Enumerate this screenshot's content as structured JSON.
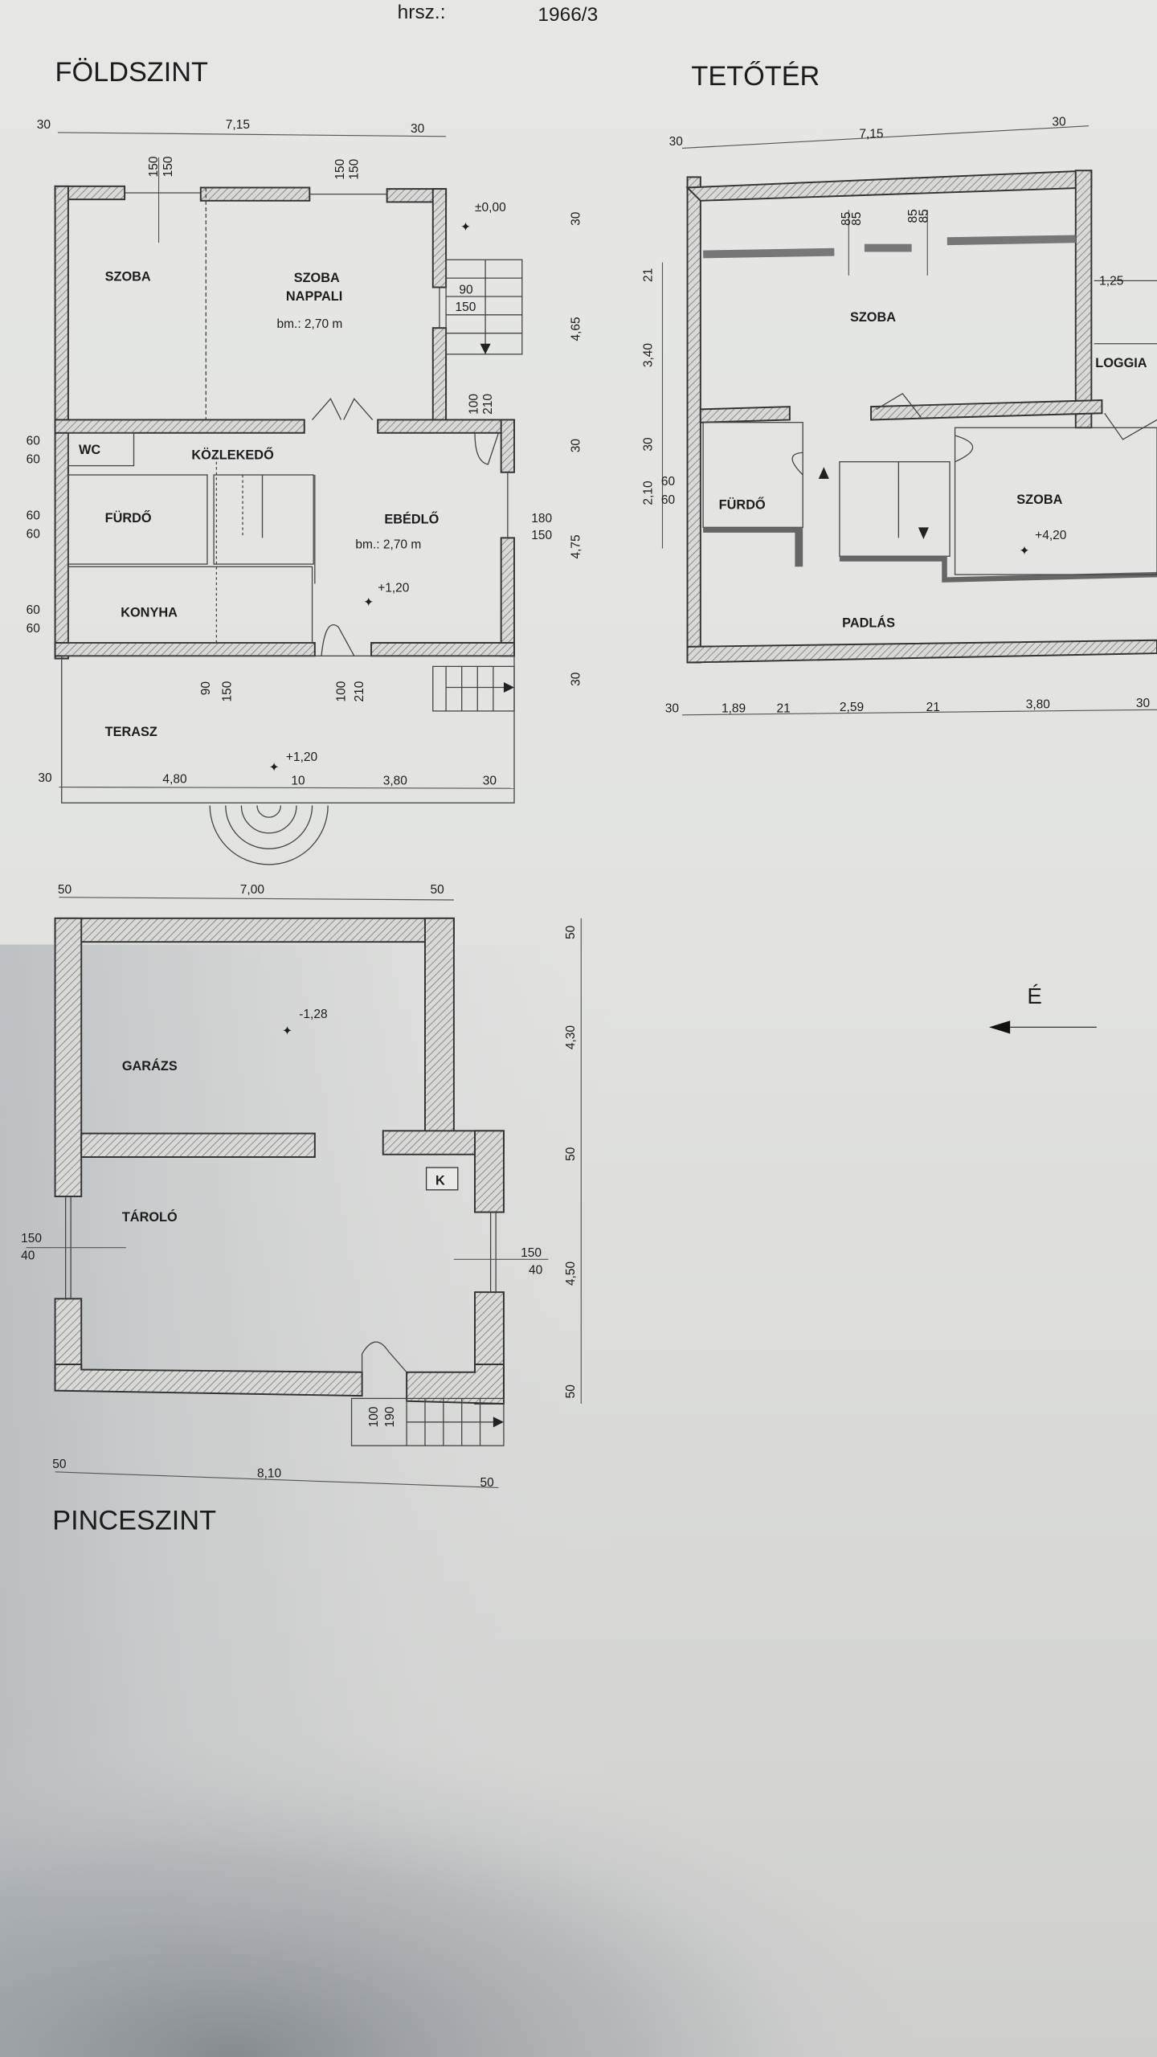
{
  "header": {
    "hrsz_label": "hrsz.:",
    "hrsz_value": "1966/3"
  },
  "foldszint": {
    "title": "FÖLDSZINT",
    "rooms": [
      "SZOBA",
      "SZOBA",
      "NAPPALI",
      "bm.: 2,70 m",
      "WC",
      "KÖZLEKEDŐ",
      "FÜRDŐ",
      "EBÉDLŐ",
      "bm.: 2,70 m",
      "KONYHA",
      "TERASZ"
    ],
    "levels": [
      "±0,00",
      "+1,20",
      "+1,20"
    ],
    "dims_top": [
      "30",
      "7,15",
      "30"
    ],
    "windows_top": [
      "150",
      "150",
      "150",
      "150"
    ],
    "stair_window": [
      "90",
      "150"
    ],
    "door_top": [
      "100",
      "210"
    ],
    "dims_right": [
      "30",
      "4,65",
      "30",
      "4,75",
      "30"
    ],
    "window_right": [
      "180",
      "150"
    ],
    "windows_left": [
      "60",
      "60",
      "60",
      "60",
      "60",
      "60"
    ],
    "window_bottom": [
      "90",
      "150"
    ],
    "door_bottom": [
      "100",
      "210"
    ],
    "dims_bottom": [
      "30",
      "4,80",
      "10",
      "3,80",
      "30"
    ]
  },
  "tetoter": {
    "title": "TETŐTÉR",
    "dims_top": [
      "30",
      "7,15",
      "30"
    ],
    "skylights": [
      "85",
      "85",
      "85",
      "85"
    ],
    "rooms": [
      "SZOBA",
      "LOGGIA",
      "FÜRDŐ",
      "SZOBA",
      "PADLÁS"
    ],
    "loggia_dim": "1,25",
    "level": "+4,20",
    "dims_left": [
      "21",
      "3,40",
      "30",
      "2,10"
    ],
    "window_left": [
      "60",
      "60"
    ],
    "dims_bottom": [
      "30",
      "1,89",
      "21",
      "2,59",
      "21",
      "3,80",
      "30"
    ]
  },
  "north": {
    "label": "É"
  },
  "pinceszint": {
    "title": "PINCESZINT",
    "dims_top": [
      "50",
      "7,00",
      "50"
    ],
    "rooms": [
      "GARÁZS",
      "TÁROLÓ"
    ],
    "level": "-1,28",
    "boiler_label": "K",
    "window_left": [
      "150",
      "40"
    ],
    "window_right": [
      "150",
      "40"
    ],
    "dims_right": [
      "50",
      "4,30",
      "50",
      "4,50",
      "50"
    ],
    "door": [
      "100",
      "190"
    ],
    "dims_bottom": [
      "50",
      "8,10",
      "50"
    ]
  }
}
